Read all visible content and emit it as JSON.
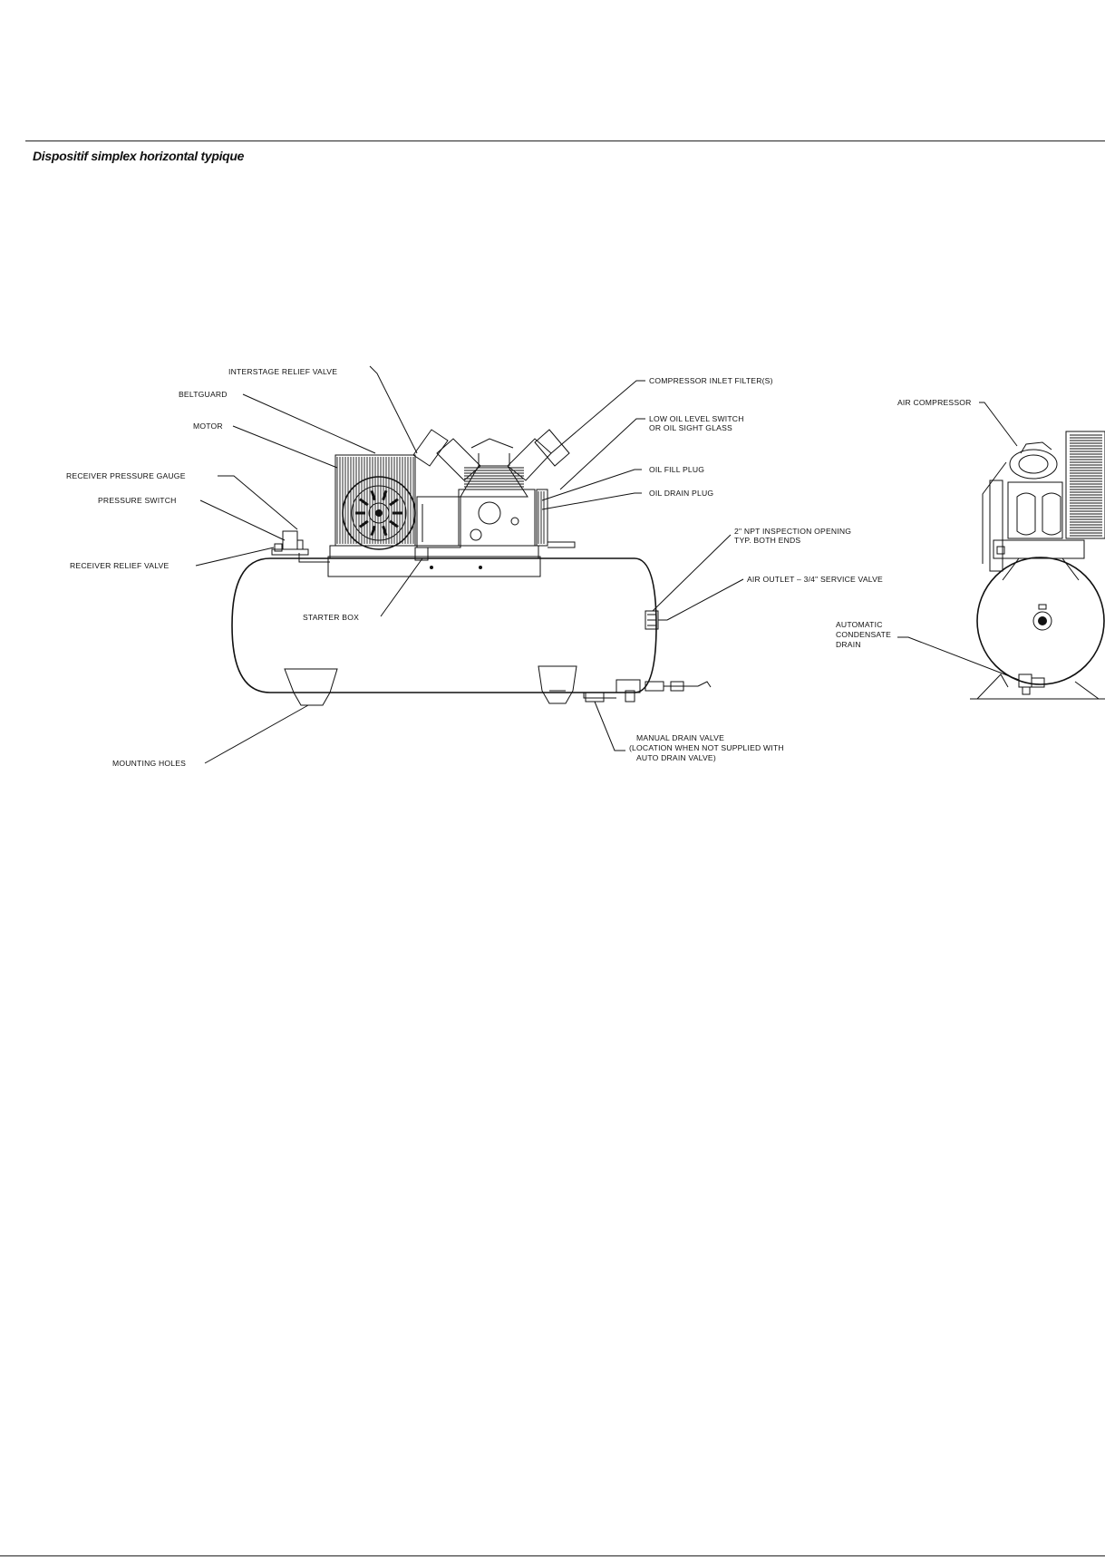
{
  "caption": "Dispositif simplex horizontal typique",
  "labels": {
    "interstage_relief_valve": "INTERSTAGE RELIEF VALVE",
    "beltguard": "BELTGUARD",
    "motor": "MOTOR",
    "receiver_pressure_gauge": "RECEIVER PRESSURE GAUGE",
    "pressure_switch": "PRESSURE SWITCH",
    "receiver_relief_valve": "RECEIVER RELIEF VALVE",
    "starter_box": "STARTER BOX",
    "mounting_holes": "MOUNTING HOLES",
    "compressor_inlet_filter": "COMPRESSOR INLET FILTER(S)",
    "low_oil_level_switch_1": "LOW OIL LEVEL SWITCH",
    "low_oil_level_switch_2": "OR OIL SIGHT GLASS",
    "oil_fill_plug": "OIL FILL PLUG",
    "oil_drain_plug": "OIL DRAIN PLUG",
    "inspection_opening_1": "2\" NPT INSPECTION OPENING",
    "inspection_opening_2": "TYP. BOTH ENDS",
    "air_outlet": "AIR OUTLET – 3/4\" SERVICE VALVE",
    "manual_drain_1": "MANUAL DRAIN VALVE",
    "manual_drain_2": "(LOCATION WHEN NOT SUPPLIED WITH",
    "manual_drain_3": "AUTO DRAIN VALVE)",
    "air_compressor": "AIR COMPRESSOR",
    "auto_drain_1": "AUTOMATIC",
    "auto_drain_2": "CONDENSATE",
    "auto_drain_3": "DRAIN"
  }
}
